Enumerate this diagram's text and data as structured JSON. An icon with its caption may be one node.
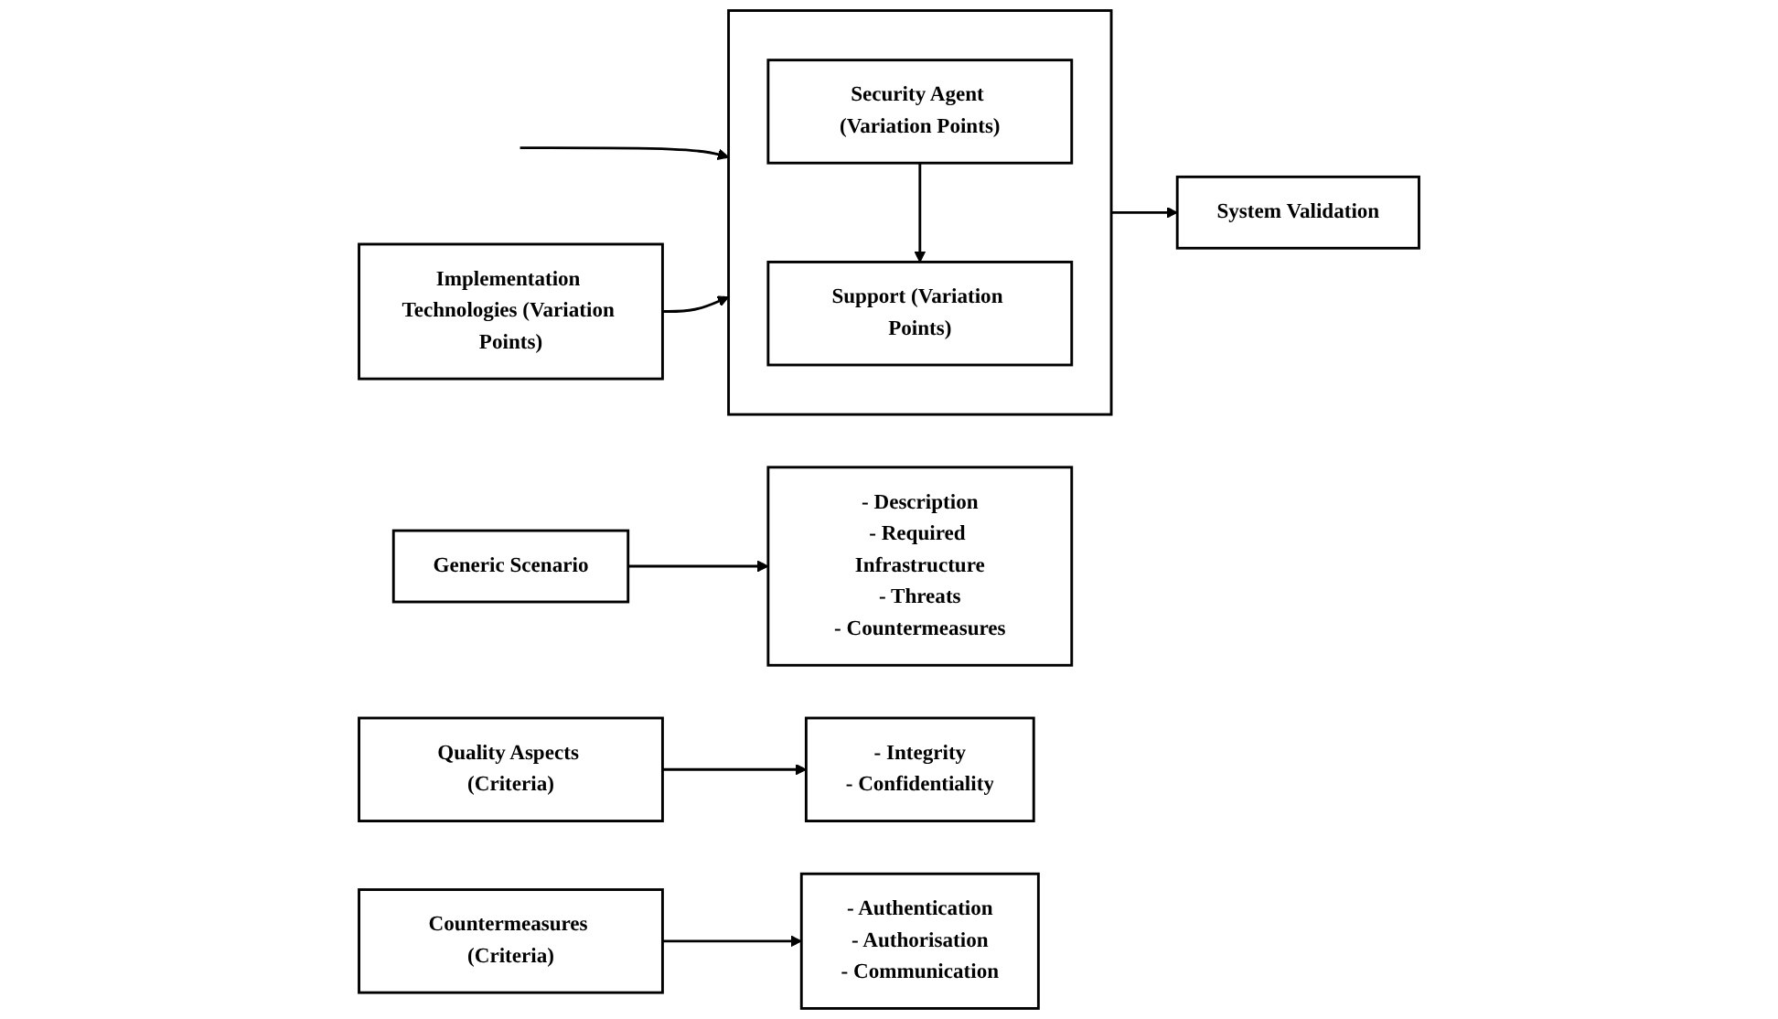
{
  "diagram": {
    "nodes": [
      {
        "text": [
          "Generic Scenario"
        ]
      },
      {
        "text": [
          "- Description",
          "- Required Infrastructure",
          "- Threats",
          "- Countermeasures"
        ]
      },
      {
        "text": [
          "Quality Aspects (Criteria)"
        ]
      },
      {
        "text": [
          "- Integrity",
          "- Confidentiality"
        ]
      },
      {
        "text": [
          "Countermeasures (Criteria)"
        ]
      },
      {
        "text": [
          "- Authentication",
          "- Authorisation",
          "- Communication"
        ]
      },
      {
        "text": [],
        "shape": "box"
      },
      {
        "text": [
          "Security Agent (Variation Points)"
        ],
        "in": 6
      },
      {
        "text": [
          "Support (Variation Points)"
        ],
        "in": 6
      },
      {
        "text": [
          "Implementation Technologies (Variation Points)"
        ]
      },
      {
        "text": [
          "System Validation"
        ]
      }
    ],
    "edges": [
      {
        "from": 0,
        "to": 1,
        "arrow": "to"
      },
      {
        "from": 2,
        "to": 3,
        "arrow": "to"
      },
      {
        "from": 4,
        "to": 5,
        "arrow": "to"
      },
      {
        "from": null,
        "to": 6,
        "arrow": "to"
      },
      {
        "from": 7,
        "to": 8,
        "arrow": "to"
      },
      {
        "from": 9,
        "to": 6,
        "arrow": "to"
      },
      {
        "from": 6,
        "to": 10,
        "arrow": "to"
      }
    ]
  }
}
